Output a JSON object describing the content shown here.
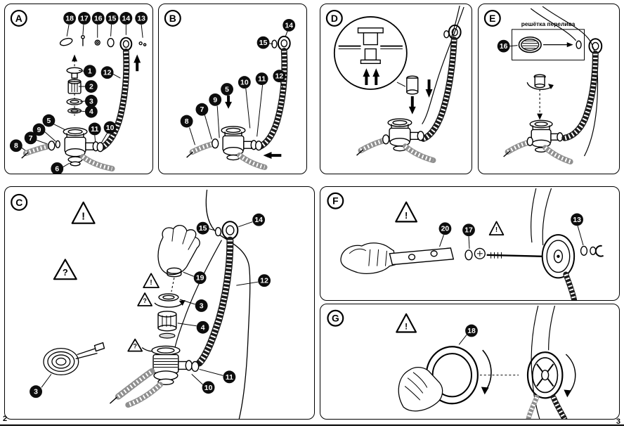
{
  "page": {
    "number_left": "2",
    "number_right": "3"
  },
  "symbols": {
    "exclamation": "!",
    "question": "?"
  },
  "colors": {
    "line": "#000000",
    "hose_black": "#1a1a1a",
    "hose_grey": "#8f8f8f",
    "paper": "#ffffff"
  },
  "panels": {
    "a": {
      "letter": "A",
      "callouts": [
        "18",
        "17",
        "16",
        "15",
        "14",
        "13",
        "12",
        "1",
        "2",
        "3",
        "4",
        "5",
        "9",
        "7",
        "8",
        "11",
        "10",
        "6"
      ]
    },
    "b": {
      "letter": "B",
      "callouts": [
        "8",
        "7",
        "9",
        "5",
        "10",
        "11",
        "12",
        "15",
        "14"
      ]
    },
    "c": {
      "letter": "C",
      "callouts": [
        "15",
        "14",
        "19",
        "3",
        "4",
        "12",
        "11",
        "10",
        "3"
      ]
    },
    "d": {
      "letter": "D"
    },
    "e": {
      "letter": "E",
      "callouts": [
        "16"
      ],
      "overflow_grille_label": "решётка перелива"
    },
    "f": {
      "letter": "F",
      "callouts": [
        "20",
        "17",
        "13"
      ]
    },
    "g": {
      "letter": "G",
      "callouts": [
        "18"
      ]
    }
  }
}
